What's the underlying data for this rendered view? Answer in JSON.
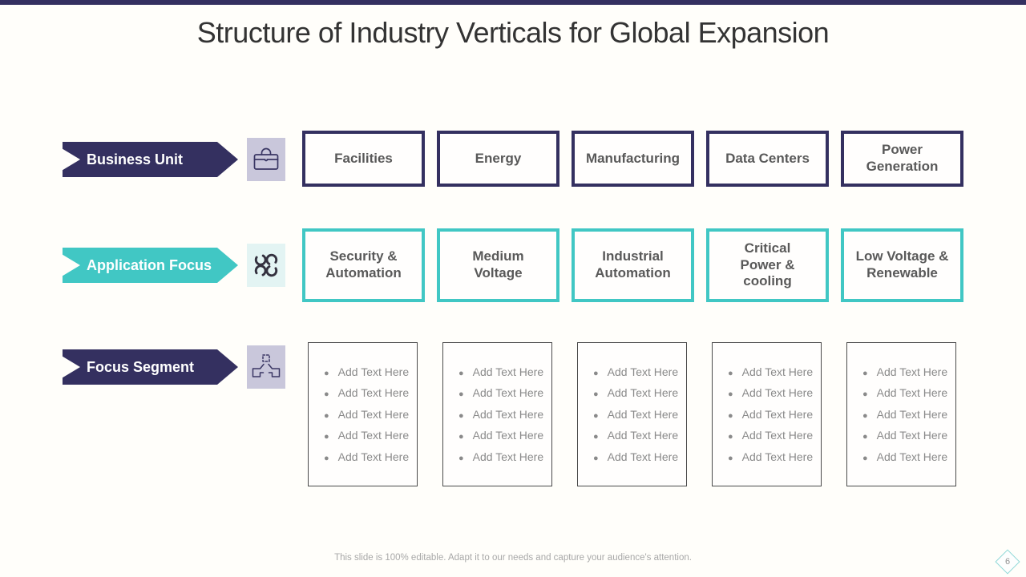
{
  "slide": {
    "title": "Structure of Industry Verticals for Global Expansion",
    "footer": "This slide is 100% editable. Adapt it to our needs and capture your audience's attention.",
    "page_number": "6"
  },
  "colors": {
    "navy": "#343060",
    "teal": "#41c7c4",
    "lavender_tile": "#c9c7db",
    "light_teal_tile": "#e3f4f3",
    "box_text": "#595959",
    "bullet_text": "#8a8a8a",
    "footer_text": "#a8a8a8"
  },
  "rows": [
    {
      "label": "Business Unit",
      "icon": "briefcase-icon",
      "boxes": [
        {
          "label": "Facilities"
        },
        {
          "label": "Energy"
        },
        {
          "label": "Manufacturing"
        },
        {
          "label": "Data Centers"
        },
        {
          "label": "Power\nGeneration"
        }
      ]
    },
    {
      "label": "Application Focus",
      "icon": "four-circles-icon",
      "boxes": [
        {
          "label": "Security &\nAutomation"
        },
        {
          "label": "Medium\nVoltage"
        },
        {
          "label": "Industrial\nAutomation"
        },
        {
          "label": "Critical\nPower &\ncooling"
        },
        {
          "label": "Low Voltage &\nRenewable"
        }
      ]
    },
    {
      "label": "Focus Segment",
      "icon": "focus-hands-icon",
      "boxes": [
        {
          "items": [
            "Add Text Here",
            "Add Text Here",
            "Add Text Here",
            "Add Text Here",
            "Add Text Here"
          ]
        },
        {
          "items": [
            "Add Text Here",
            "Add Text Here",
            "Add Text Here",
            "Add Text Here",
            "Add Text Here"
          ]
        },
        {
          "items": [
            "Add Text Here",
            "Add Text Here",
            "Add Text Here",
            "Add Text Here",
            "Add Text Here"
          ]
        },
        {
          "items": [
            "Add Text Here",
            "Add Text Here",
            "Add Text Here",
            "Add Text Here",
            "Add Text Here"
          ]
        },
        {
          "items": [
            "Add Text Here",
            "Add Text Here",
            "Add Text Here",
            "Add Text Here",
            "Add Text Here"
          ]
        }
      ]
    }
  ]
}
